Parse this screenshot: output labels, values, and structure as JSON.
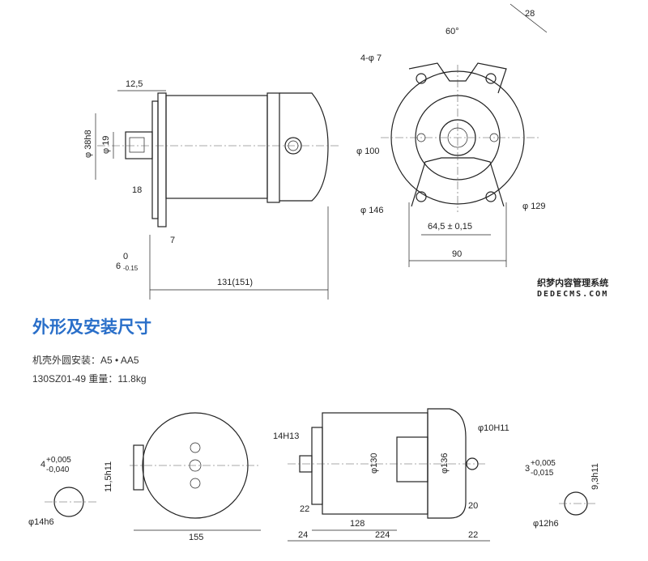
{
  "top_side_view": {
    "dim_flange": "12,5",
    "dim_phi38": "φ 38h8",
    "dim_phi19": "φ 19",
    "dim_18": "18",
    "dim_7": "7",
    "dim_tol_0": "0",
    "dim_6": "6",
    "dim_6_tol": "-0.15",
    "dim_length": "131(151)"
  },
  "top_front_view": {
    "angle": "60°",
    "dim_28": "28",
    "holes": "4-φ 7",
    "phi100": "φ 100",
    "phi146": "φ 146",
    "phi129": "φ 129",
    "dim_64": "64,5 ± 0,15",
    "dim_90": "90"
  },
  "watermark": {
    "line1": "织梦内容管理系统",
    "line2": "DEDECMS.COM"
  },
  "section_title": "外形及安装尺寸",
  "info": {
    "mount": "机壳外圆安装：A5 • AA5",
    "model_weight": "130SZ01-49   重量：11.8kg"
  },
  "bottom": {
    "left_key_tol_main": "4",
    "left_key_tol_upper": "+0,005",
    "left_key_tol_lower": "-0,040",
    "left_key_depth": "11,5h11",
    "left_shaft": "φ14h6",
    "dim_155": "155",
    "dim_14h13": "14H13",
    "phi130": "φ130",
    "phi136": "φ136",
    "phi10h11": "φ10H11",
    "dim_22a": "22",
    "dim_128": "128",
    "dim_20": "20",
    "dim_24": "24",
    "dim_224": "224",
    "dim_22b": "22",
    "right_key_tol_main": "3",
    "right_key_tol_upper": "+0,005",
    "right_key_tol_lower": "-0,015",
    "right_key_depth": "9,3h11",
    "right_shaft": "φ12h6"
  }
}
